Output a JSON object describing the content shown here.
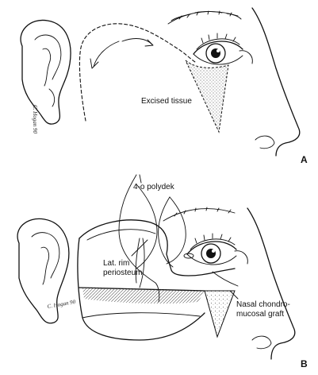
{
  "panel_a": {
    "letter": "A",
    "label_excised": "Excised tissue",
    "signature": "C. Hogan 90"
  },
  "panel_b": {
    "letter": "B",
    "label_suture": "4-o polydek",
    "label_periosteum_line1": "Lat. rim",
    "label_periosteum_line2": "periosteum",
    "label_graft_line1": "Nasal chondro-",
    "label_graft_line2": "mucosal graft",
    "signature": "C. Hogan 90"
  }
}
